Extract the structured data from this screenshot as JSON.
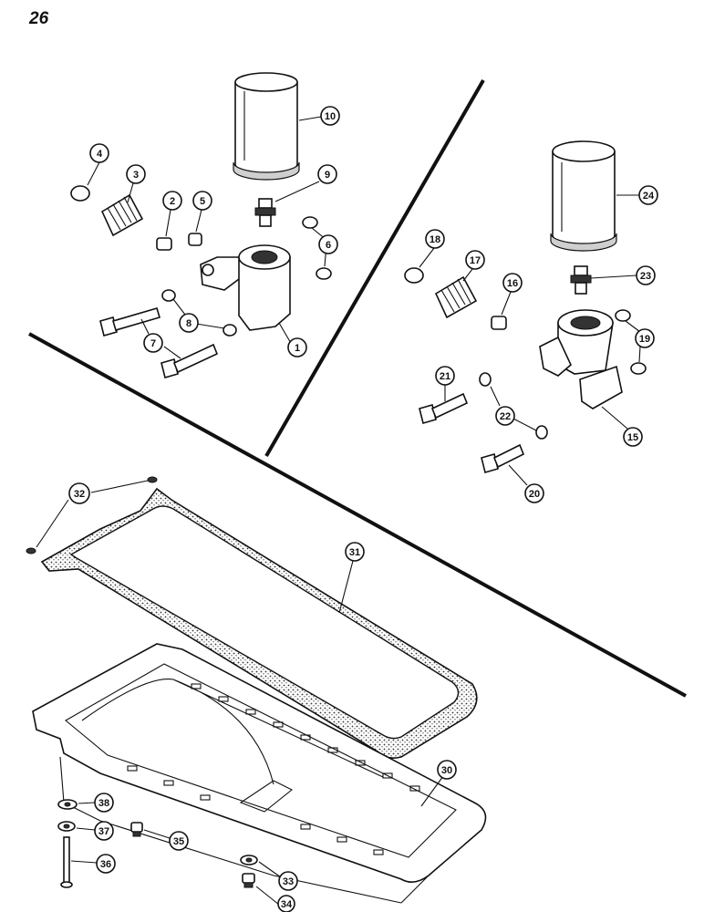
{
  "page": {
    "number": "26"
  },
  "callouts": {
    "c1": "1",
    "c2": "2",
    "c3": "3",
    "c4": "4",
    "c5": "5",
    "c6": "6",
    "c7": "7",
    "c8": "8",
    "c9": "9",
    "c10": "10",
    "c15": "15",
    "c16": "16",
    "c17": "17",
    "c18": "18",
    "c19": "19",
    "c20": "20",
    "c21": "21",
    "c22": "22",
    "c23": "23",
    "c24": "24",
    "c30": "30",
    "c31": "31",
    "c32": "32",
    "c33": "33",
    "c34": "34",
    "c35": "35",
    "c36": "36",
    "c37": "37",
    "c38": "38"
  }
}
